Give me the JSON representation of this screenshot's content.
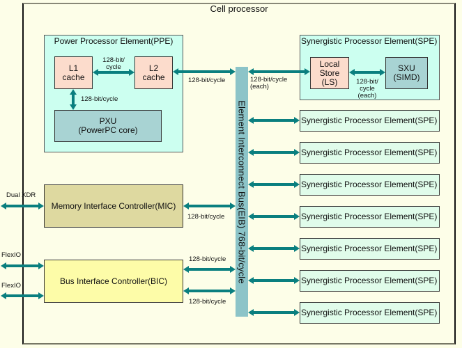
{
  "title": "Cell processor",
  "colors": {
    "background": "#fdfee8",
    "arrow": "#0a7f7f",
    "group": "#ccfff0",
    "cache": "#fcdccc",
    "core": "#a8d3d3",
    "mic": "#ded9a0",
    "bic": "#fdfca8",
    "spe": "#e0fcea",
    "eib": "#8cc4c8"
  },
  "ppe": {
    "label": "Power Processor Element(PPE)",
    "l1": [
      "L1",
      "cache"
    ],
    "l2": [
      "L2",
      "cache"
    ],
    "pxu": [
      "PXU",
      "(PowerPC core)"
    ],
    "l1_l2_bw": [
      "128-bit/",
      "cycle"
    ],
    "l1_pxu_bw": "128-bit/cycle",
    "l2_eib_bw": "128-bit/cycle"
  },
  "spe_detail": {
    "label": "Synergistic Processor Element(SPE)",
    "local_store": [
      "Local",
      "Store",
      "(LS)"
    ],
    "sxu": [
      "SXU",
      "(SIMD)"
    ],
    "ls_sxu_bw": [
      "128-bit/",
      "cycle",
      "(each)"
    ],
    "eib_ls_bw": [
      "128-bit/cycle",
      "(each)"
    ]
  },
  "spe_list": [
    "Synergistic Processor Element(SPE)",
    "Synergistic Processor Element(SPE)",
    "Synergistic Processor Element(SPE)",
    "Synergistic Processor Element(SPE)",
    "Synergistic Processor Element(SPE)",
    "Synergistic Processor Element(SPE)",
    "Synergistic Processor Element(SPE)"
  ],
  "eib": {
    "label": "Element Interconnect Bus(EIB)  768-bit/cycle"
  },
  "mic": {
    "label": "Memory Interface Controller(MIC)",
    "external": "Dual XDR",
    "bw": "128-bit/cycle"
  },
  "bic": {
    "label": "Bus Interface Controller(BIC)",
    "external_1": "FlexIO",
    "external_2": "FlexIO",
    "bw_1": "128-bit/cycle",
    "bw_2": "128-bit/cycle"
  }
}
